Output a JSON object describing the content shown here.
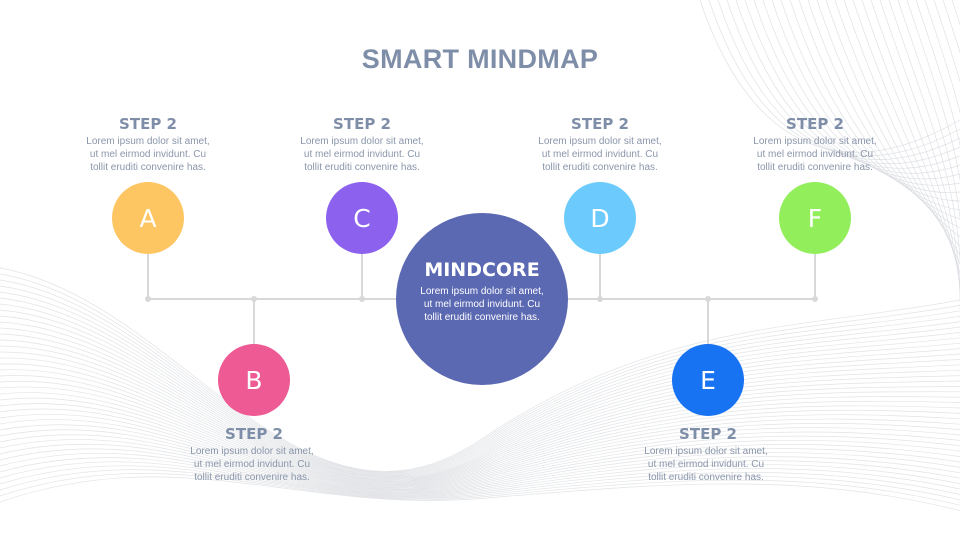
{
  "title": "SMART MINDMAP",
  "core": {
    "label": "MINDCORE",
    "desc_lines": [
      "Lorem ipsum dolor sit amet,",
      "ut mel eirmod invidunt. Cu",
      "tollit eruditi convenire has."
    ]
  },
  "nodes": [
    {
      "letter": "A",
      "heading": "STEP 2",
      "color": "#fdc663",
      "desc_lines": [
        "Lorem ipsum dolor sit amet,",
        "ut mel eirmod invidunt. Cu",
        "tollit eruditi convenire has."
      ]
    },
    {
      "letter": "B",
      "heading": "STEP 2",
      "color": "#ee5a93",
      "desc_lines": [
        "Lorem ipsum dolor sit amet,",
        "ut mel eirmod invidunt. Cu",
        "tollit eruditi convenire has."
      ]
    },
    {
      "letter": "C",
      "heading": "STEP 2",
      "color": "#8c61ee",
      "desc_lines": [
        "Lorem ipsum dolor sit amet,",
        "ut mel eirmod invidunt. Cu",
        "tollit eruditi convenire has."
      ]
    },
    {
      "letter": "D",
      "heading": "STEP 2",
      "color": "#6ccbfc",
      "desc_lines": [
        "Lorem ipsum dolor sit amet,",
        "ut mel eirmod invidunt. Cu",
        "tollit eruditi convenire has."
      ]
    },
    {
      "letter": "E",
      "heading": "STEP 2",
      "color": "#1873f2",
      "desc_lines": [
        "Lorem ipsum dolor sit amet,",
        "ut mel eirmod invidunt. Cu",
        "tollit eruditi convenire has."
      ]
    },
    {
      "letter": "F",
      "heading": "STEP 2",
      "color": "#93ee5c",
      "desc_lines": [
        "Lorem ipsum dolor sit amet,",
        "ut mel eirmod invidunt. Cu",
        "tollit eruditi convenire has."
      ]
    }
  ],
  "colors": {
    "title": "#7f8ea8",
    "core": "#5b68b2",
    "connector": "#d8d8d8",
    "wave": "#d4d7dc"
  }
}
